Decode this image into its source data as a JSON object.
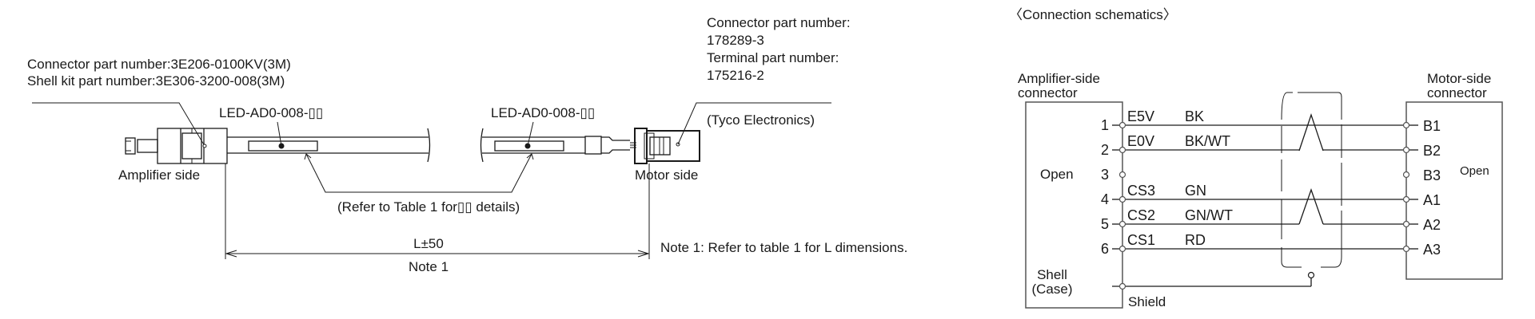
{
  "cable_drawing": {
    "amp_connector_part": "Connector part number:3E206-0100KV(3M)",
    "amp_shell_part": "Shell kit part number:3E306-3200-008(3M)",
    "model_label_left": "LED-AD0-008-▯▯",
    "model_label_right": "LED-AD0-008-▯▯",
    "motor_connector_part_label": "Connector part number:",
    "motor_connector_part": "178289-3",
    "motor_terminal_part_label": "Terminal part number:",
    "motor_terminal_part": "175216-2",
    "motor_maker": "(Tyco Electronics)",
    "amp_side_label": "Amplifier side",
    "motor_side_label": "Motor side",
    "refer_note": "(Refer to Table 1 for▯▯ details)",
    "length_dim": "L±50",
    "length_note_ref": "Note 1",
    "note_1": "Note 1: Refer to table 1 for L dimensions."
  },
  "schematic": {
    "title": "〈Connection schematics〉",
    "amp_header_line1": "Amplifier-side",
    "amp_header_line2": "connector",
    "motor_header_line1": "Motor-side",
    "motor_header_line2": "connector",
    "amp_open_label": "Open",
    "shell_line1": "Shell",
    "shell_line2": "(Case)",
    "shield_label": "Shield",
    "motor_open_label": "Open",
    "wires": [
      {
        "amp_pin": "1",
        "signal": "E5V",
        "color": "BK",
        "motor_pin": "B1"
      },
      {
        "amp_pin": "2",
        "signal": "E0V",
        "color": "BK/WT",
        "motor_pin": "B2"
      },
      {
        "amp_pin": "3",
        "signal": "",
        "color": "",
        "motor_pin": "B3"
      },
      {
        "amp_pin": "4",
        "signal": "CS3",
        "color": "GN",
        "motor_pin": "A1"
      },
      {
        "amp_pin": "5",
        "signal": "CS2",
        "color": "GN/WT",
        "motor_pin": "A2"
      },
      {
        "amp_pin": "6",
        "signal": "CS1",
        "color": "RD",
        "motor_pin": "A3"
      }
    ]
  }
}
